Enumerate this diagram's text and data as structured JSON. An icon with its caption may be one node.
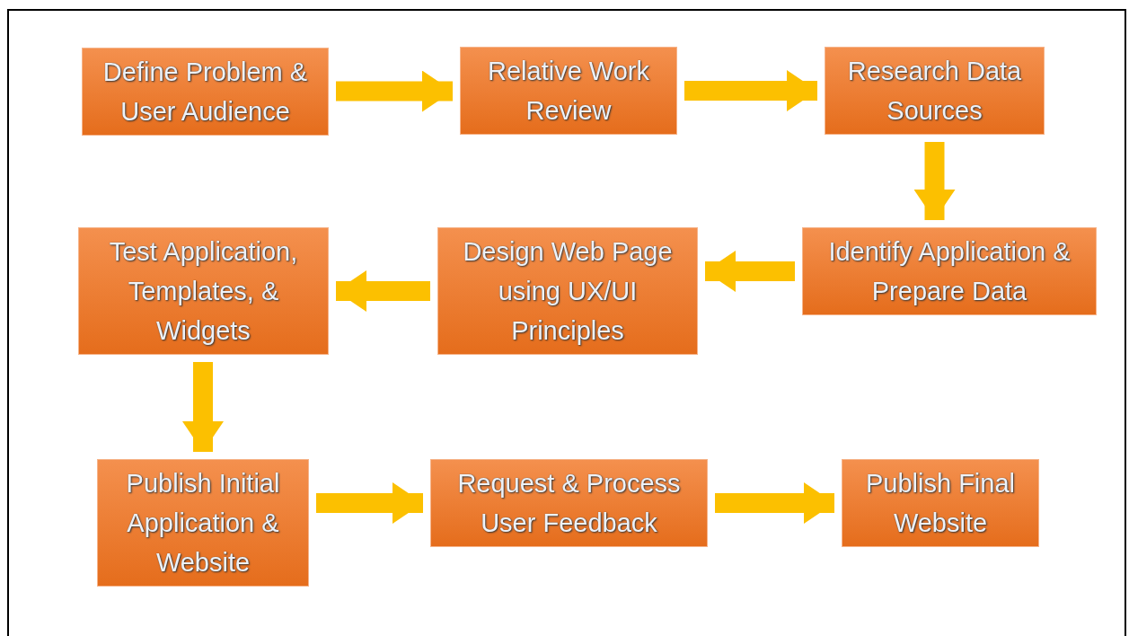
{
  "diagram": {
    "nodes": [
      {
        "text": [
          "Define Problem & User Audience"
        ]
      },
      {
        "text": [
          "Relative Work Review"
        ]
      },
      {
        "text": [
          "Research Data Sources"
        ]
      },
      {
        "text": [
          "Identify Application & Prepare Data"
        ]
      },
      {
        "text": [
          "Design Web Page using UX/UI Principles"
        ]
      },
      {
        "text": [
          "Test Application, Templates, & Widgets"
        ]
      },
      {
        "text": [
          "Publish Initial Application & Website"
        ]
      },
      {
        "text": [
          "Request & Process User Feedback"
        ]
      },
      {
        "text": [
          "Publish Final Website"
        ]
      }
    ],
    "edges": [
      {
        "from": 0,
        "to": 1,
        "arrow": "to"
      },
      {
        "from": 1,
        "to": 2,
        "arrow": "to"
      },
      {
        "from": 2,
        "to": 3,
        "arrow": "to"
      },
      {
        "from": 3,
        "to": 4,
        "arrow": "to"
      },
      {
        "from": 4,
        "to": 5,
        "arrow": "to"
      },
      {
        "from": 5,
        "to": 6,
        "arrow": "to"
      },
      {
        "from": 6,
        "to": 7,
        "arrow": "to"
      },
      {
        "from": 7,
        "to": 8,
        "arrow": "to"
      }
    ]
  }
}
